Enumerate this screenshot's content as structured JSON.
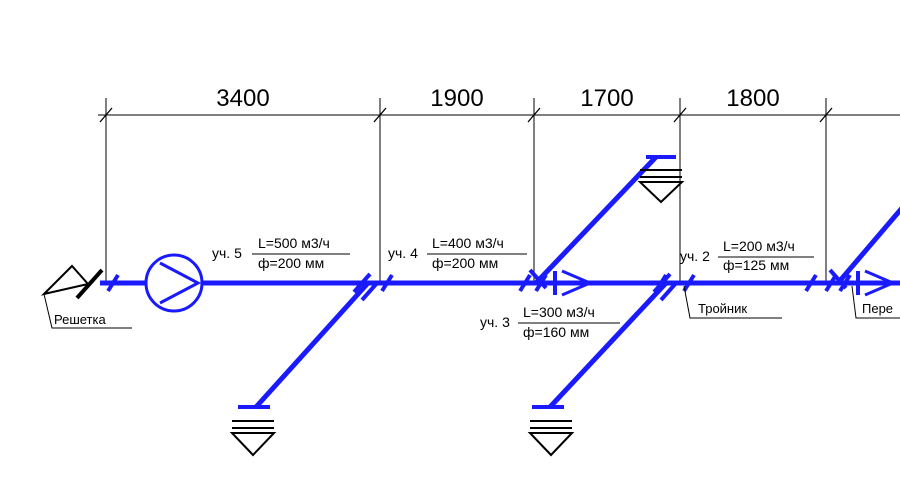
{
  "dimensions": {
    "d1": "3400",
    "d2": "1900",
    "d3": "1700",
    "d4": "1800"
  },
  "sections": {
    "s5": {
      "name": "уч. 5",
      "flow": "L=500 м3/ч",
      "diam": "ф=200 мм"
    },
    "s4": {
      "name": "уч. 4",
      "flow": "L=400 м3/ч",
      "diam": "ф=200 мм"
    },
    "s3": {
      "name": "уч. 3",
      "flow": "L=300 м3/ч",
      "diam": "ф=160 мм"
    },
    "s2": {
      "name": "уч. 2",
      "flow": "L=200 м3/ч",
      "diam": "ф=125 мм"
    }
  },
  "callouts": {
    "grille": "Решетка",
    "tee": "Тройник",
    "transition": "Пере"
  },
  "colors": {
    "duct": "#1a1aff",
    "annotation": "#000000"
  }
}
